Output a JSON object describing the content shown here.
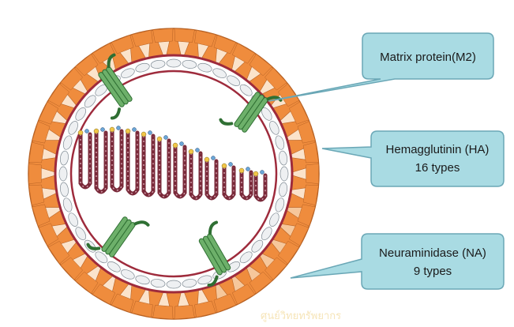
{
  "callouts": {
    "matrix": {
      "label": "Matrix protein(M2)"
    },
    "hemagglutinin": {
      "line1": "Hemagglutinin (HA)",
      "line2": "16 types"
    },
    "neuraminidase": {
      "line1": "Neuraminidase (NA)",
      "line2": "9  types"
    }
  },
  "colors": {
    "spike_orange": "#ef8c3d",
    "spike_light": "#f6c79b",
    "spike_stroke": "#b86224",
    "membrane_red": "#9e2b3c",
    "vesicle_fill": "#eef0f2",
    "m2_green": "#6db06a",
    "m2_stroke": "#2f6f33",
    "rna_maroon": "#7a2a3a",
    "callout_fill": "#a9dbe3",
    "callout_stroke": "#6aa7b6"
  },
  "watermark": {
    "text": "ศูนย์วิทยทรัพยากร"
  }
}
